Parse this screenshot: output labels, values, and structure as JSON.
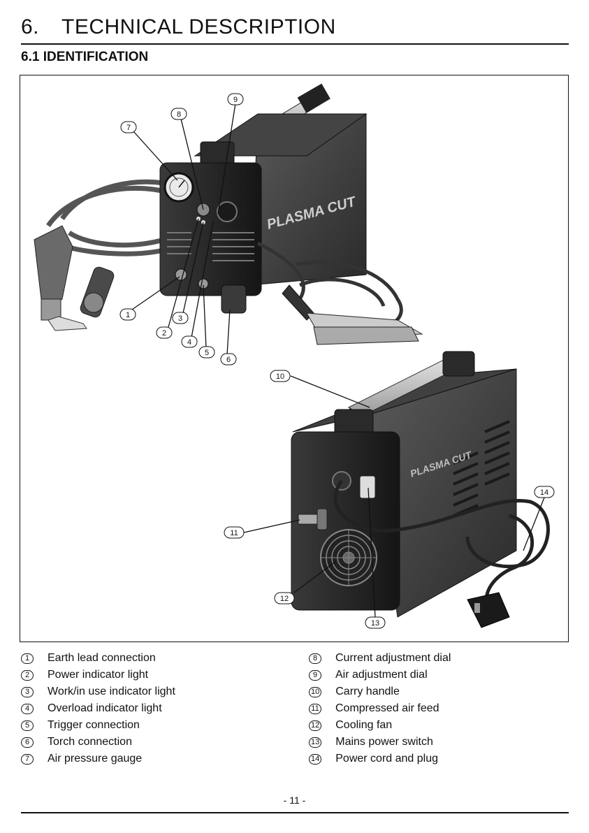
{
  "section": {
    "number": "6.",
    "title": "TECHNICAL DESCRIPTION"
  },
  "subsection": {
    "title": "6.1 IDENTIFICATION"
  },
  "figure": {
    "callouts": [
      "1",
      "2",
      "3",
      "4",
      "5",
      "6",
      "7",
      "8",
      "9",
      "10",
      "11",
      "12",
      "13",
      "14"
    ]
  },
  "legend_left": [
    {
      "num": "1",
      "label": "Earth lead connection"
    },
    {
      "num": "2",
      "label": "Power indicator light"
    },
    {
      "num": "3",
      "label": "Work/in use indicator light"
    },
    {
      "num": "4",
      "label": "Overload indicator light"
    },
    {
      "num": "5",
      "label": "Trigger connection"
    },
    {
      "num": "6",
      "label": "Torch connection"
    },
    {
      "num": "7",
      "label": "Air pressure gauge"
    }
  ],
  "legend_right": [
    {
      "num": "8",
      "label": "Current adjustment dial"
    },
    {
      "num": "9",
      "label": "Air adjustment dial"
    },
    {
      "num": "10",
      "label": "Carry handle"
    },
    {
      "num": "11",
      "label": "Compressed air feed"
    },
    {
      "num": "12",
      "label": "Cooling fan"
    },
    {
      "num": "13",
      "label": "Mains power switch"
    },
    {
      "num": "14",
      "label": "Power cord and plug"
    }
  ],
  "footer": {
    "page": "- 11 -"
  }
}
